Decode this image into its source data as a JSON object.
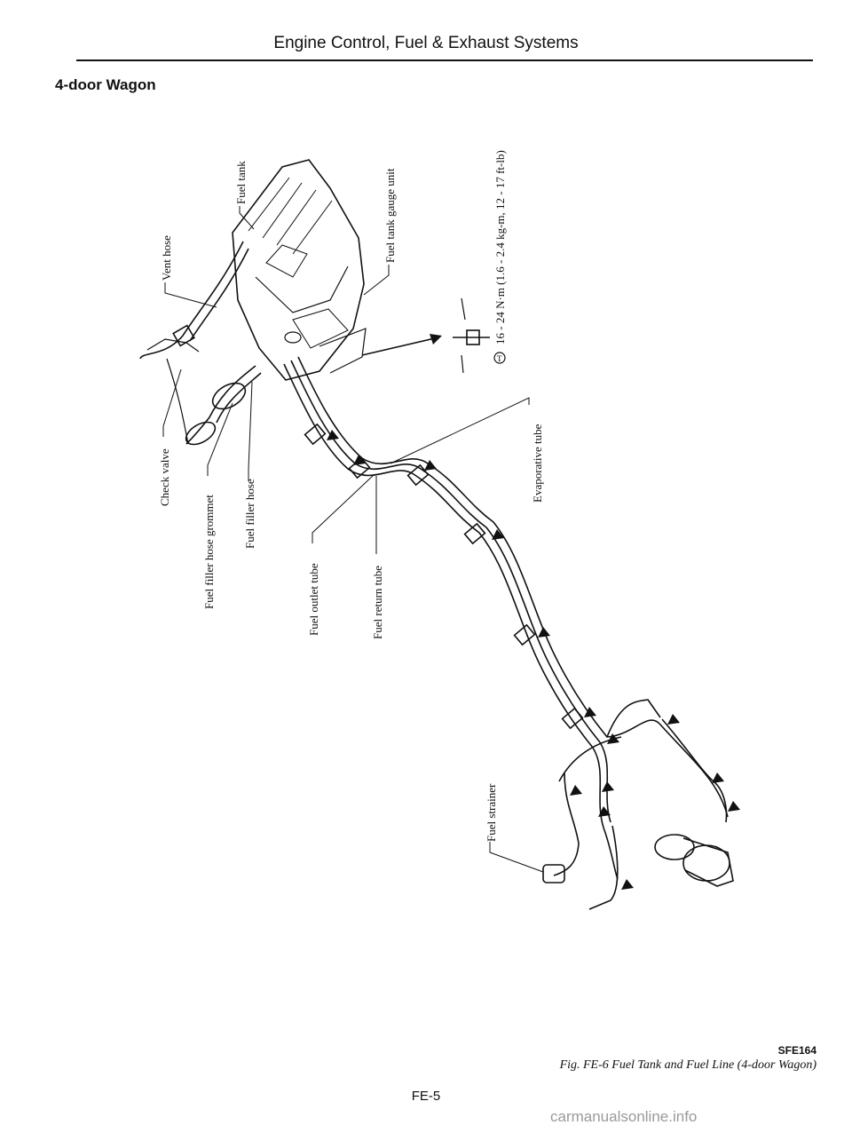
{
  "header": {
    "title": "Engine Control, Fuel & Exhaust Systems"
  },
  "section": {
    "title": "4-door Wagon"
  },
  "labels": {
    "vent_hose": "Vent hose",
    "fuel_tank": "Fuel tank",
    "fuel_tank_gauge_unit": "Fuel tank gauge unit",
    "torque_spec": "16 - 24 N·m (1.6 - 2.4 kg-m, 12 - 17 ft-lb)",
    "torque_symbol": "T",
    "check_valve": "Check valve",
    "fuel_filler_hose_grommet": "Fuel filler hose grommet",
    "fuel_filler_hose": "Fuel filler hose",
    "fuel_outlet_tube": "Fuel outlet tube",
    "fuel_return_tube": "Fuel return tube",
    "evaporative_tube": "Evaporative tube",
    "fuel_strainer": "Fuel strainer"
  },
  "figure": {
    "code": "SFE164",
    "caption": "Fig. FE-6  Fuel Tank and Fuel Line (4-door Wagon)"
  },
  "footer": {
    "page_number": "FE-5"
  },
  "watermark": {
    "text": "carmanualsonline.info"
  }
}
